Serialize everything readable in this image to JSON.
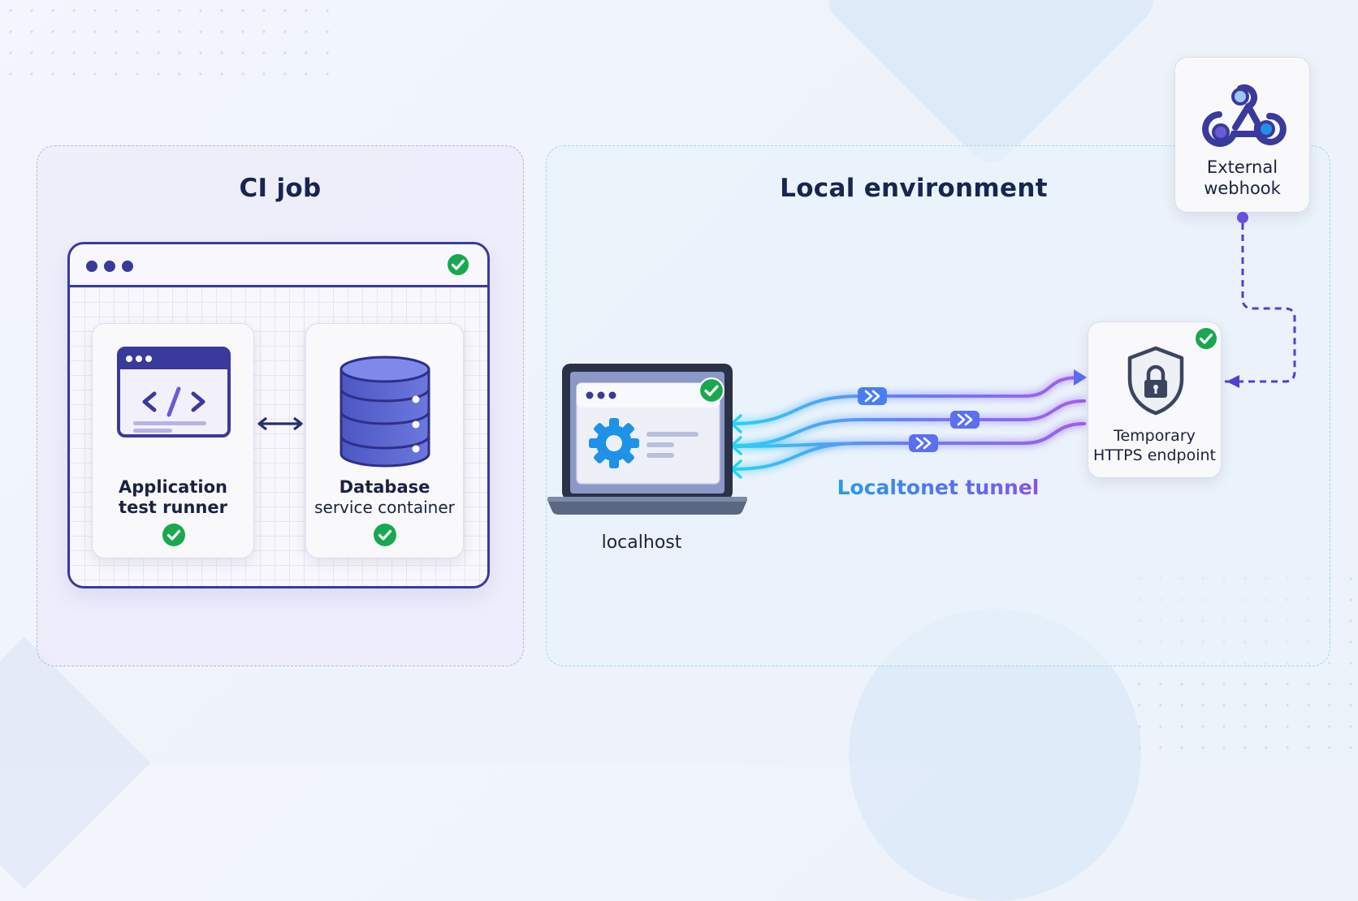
{
  "ci_panel": {
    "title": "CI job",
    "app_runner": {
      "line1": "Application",
      "line2": "test runner"
    },
    "db_container": {
      "line1": "Database",
      "line2": "service container"
    }
  },
  "local_panel": {
    "title": "Local environment",
    "localhost_label": "localhost",
    "tunnel_label": "Localtonet tunnel",
    "endpoint": {
      "line1": "Temporary",
      "line2": "HTTPS endpoint"
    },
    "webhook": {
      "line1": "External",
      "line2": "webhook"
    }
  },
  "colors": {
    "navy": "#3a3a9c",
    "check_green": "#18a84f",
    "tunnel_cyan": "#1ea6e8",
    "tunnel_violet": "#9a4be3",
    "db_blue": "#5660c8"
  }
}
